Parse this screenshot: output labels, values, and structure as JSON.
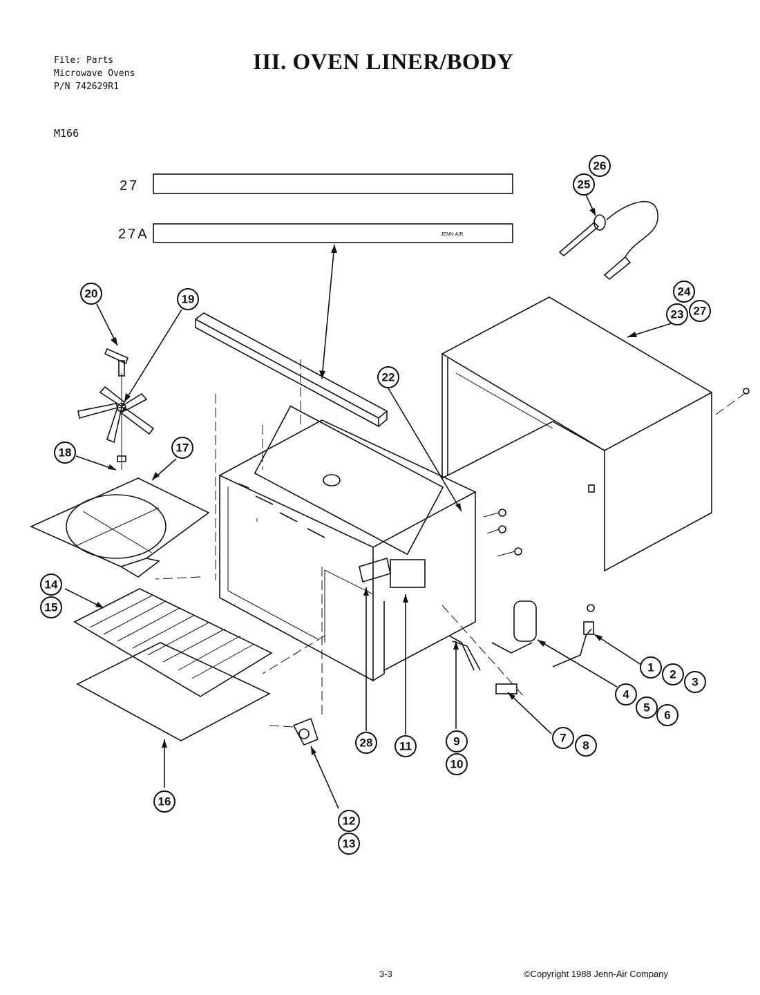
{
  "header": {
    "file_line": "File: Parts",
    "category_line": "Microwave Ovens",
    "pn_line": "P/N 742629R1"
  },
  "model": "M166",
  "title": "III. OVEN LINER/BODY",
  "trim": {
    "label_a": "27",
    "label_b": "27A",
    "brand": "JENN-AIR"
  },
  "callouts": [
    "1",
    "2",
    "3",
    "4",
    "5",
    "6",
    "7",
    "8",
    "9",
    "10",
    "11",
    "12",
    "13",
    "14",
    "15",
    "16",
    "17",
    "18",
    "19",
    "20",
    "22",
    "23",
    "24",
    "25",
    "26",
    "27",
    "28"
  ],
  "footer": {
    "page": "3-3",
    "copyright": "©Copyright 1988 Jenn-Air Company"
  }
}
